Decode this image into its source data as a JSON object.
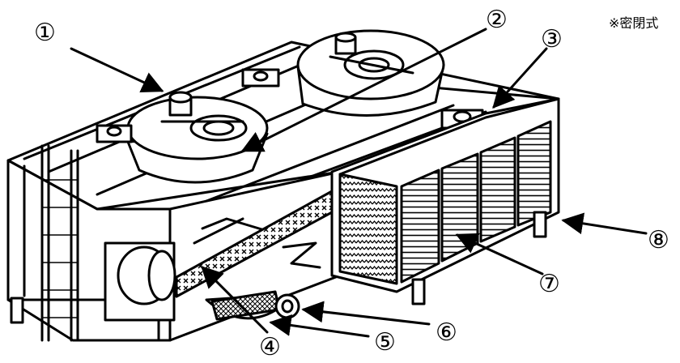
{
  "note": "※密閉式",
  "labels": {
    "n1": "①",
    "n2": "②",
    "n3": "③",
    "n4": "④",
    "n5": "⑤",
    "n6": "⑥",
    "n7": "⑦",
    "n8": "⑧"
  }
}
